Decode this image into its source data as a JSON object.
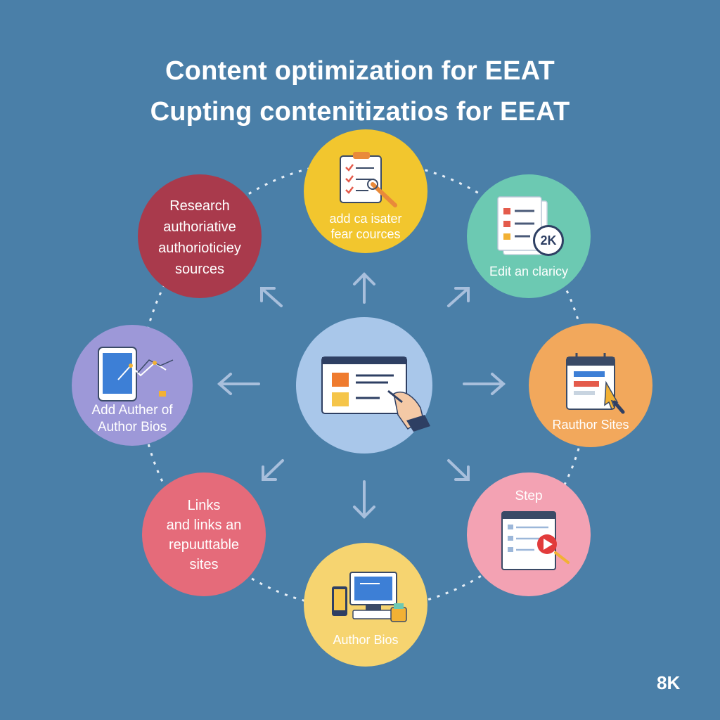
{
  "title_lines": [
    "Content optimization for EEAT",
    "Cupting contenitizatios for EEAT"
  ],
  "nodes": {
    "research": {
      "label_lines": [
        "Research",
        "authoriative",
        "authorioticiey",
        "sources"
      ],
      "color": "#a93a4c",
      "text_color": "#ffffff"
    },
    "top": {
      "label_lines": [
        "add ca isater",
        "fear cources"
      ],
      "color": "#f2c62e",
      "text_color": "#ffffff",
      "icon": "clipboard-checklist-icon"
    },
    "edit": {
      "label_lines": [
        "Edit an claricy"
      ],
      "color": "#6cc9b2",
      "text_color": "#ffffff",
      "icon": "document-list-icon",
      "badge": "2K"
    },
    "add_author": {
      "label_lines": [
        "Add Auther of",
        "Author Bios"
      ],
      "color": "#9d98d8",
      "text_color": "#ffffff",
      "icon": "tablet-graph-icon"
    },
    "center": {
      "label_lines": [],
      "color": "#a9c7ea",
      "icon": "browser-hand-icon"
    },
    "rauthor": {
      "label_lines": [
        "Rauthor Sites"
      ],
      "color": "#f2a85c",
      "text_color": "#ffffff",
      "icon": "calendar-cursor-icon"
    },
    "links": {
      "label_lines": [
        "Links",
        "and links an",
        "repuuttable",
        "sites"
      ],
      "color": "#e56b7a",
      "text_color": "#ffffff"
    },
    "step": {
      "label_lines": [
        "Step"
      ],
      "color": "#f3a2b3",
      "text_color": "#ffffff",
      "icon": "video-document-icon"
    },
    "bottom": {
      "label_lines": [
        "Author Bios"
      ],
      "color": "#f6d470",
      "text_color": "#ffffff",
      "icon": "desktop-devices-icon"
    }
  },
  "corner_badge": "8K",
  "colors": {
    "background": "#4a7fa8",
    "arrow": "#a8bfdc",
    "dashed_ring": "#e6eef6"
  }
}
